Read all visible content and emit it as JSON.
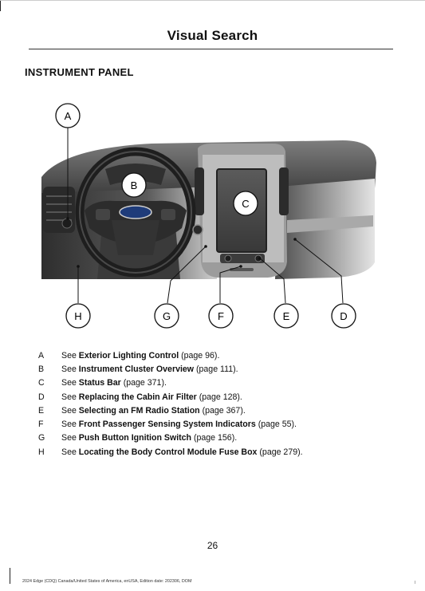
{
  "header": {
    "title": "Visual Search"
  },
  "section": {
    "heading": "INSTRUMENT PANEL"
  },
  "figure": {
    "callouts": [
      {
        "id": "A",
        "label": "A"
      },
      {
        "id": "B",
        "label": "B"
      },
      {
        "id": "C",
        "label": "C"
      },
      {
        "id": "D",
        "label": "D"
      },
      {
        "id": "E",
        "label": "E"
      },
      {
        "id": "F",
        "label": "F"
      },
      {
        "id": "G",
        "label": "G"
      },
      {
        "id": "H",
        "label": "H"
      }
    ]
  },
  "references": [
    {
      "letter": "A",
      "prefix": "See ",
      "title": "Exterior Lighting Control",
      "page": " (page 96)."
    },
    {
      "letter": "B",
      "prefix": "See ",
      "title": "Instrument Cluster Overview",
      "page": " (page 111)."
    },
    {
      "letter": "C",
      "prefix": "See ",
      "title": "Status Bar",
      "page": " (page 371)."
    },
    {
      "letter": "D",
      "prefix": "See ",
      "title": "Replacing the Cabin Air Filter",
      "page": " (page 128)."
    },
    {
      "letter": "E",
      "prefix": "See ",
      "title": "Selecting an FM Radio Station",
      "page": " (page 367)."
    },
    {
      "letter": "F",
      "prefix": "See ",
      "title": "Front Passenger Sensing System Indicators",
      "page": " (page 55)."
    },
    {
      "letter": "G",
      "prefix": "See ",
      "title": "Push Button Ignition Switch",
      "page": " (page 156)."
    },
    {
      "letter": "H",
      "prefix": "See ",
      "title": "Locating the Body Control Module Fuse Box",
      "page": " (page 279)."
    }
  ],
  "footer": {
    "page_number": "26",
    "edition": "2024 Edge (CDQ) Canada/United States of America, enUSA, Edition date: 202306, DOM",
    "tick": "I"
  }
}
